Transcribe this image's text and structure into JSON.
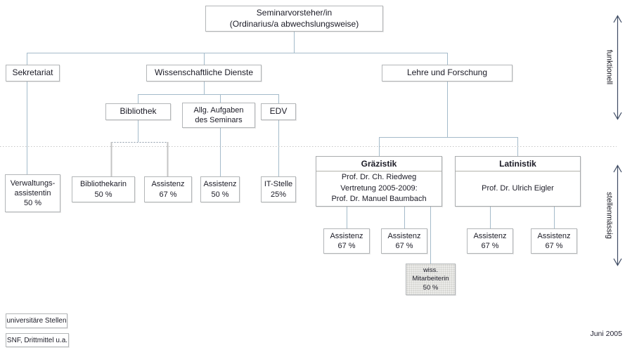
{
  "title": "Organigramm Seminar",
  "colors": {
    "connector": "#a4bbca",
    "connector_dotted": "#8e9aa8",
    "bracket_gray": "#c4c4c4",
    "separator_dotted": "#c6c6c6",
    "box_border": "#b3b6b8",
    "arrow": "#3e4b63",
    "gray_fill": "#ebebe9",
    "text": "#1b1b26"
  },
  "nodes": {
    "head": "Seminarvorsteher/in\n(Ordinarius/a abwechslungsweise)",
    "sekretariat": "Sekretariat",
    "wiss_dienste": "Wissenschaftliche Dienste",
    "lehre_forschung": "Lehre und Forschung",
    "bibliothek": "Bibliothek",
    "allg_aufgaben": "Allg. Aufgaben\ndes Seminars",
    "edv": "EDV",
    "verwaltungsassistentin": "Verwaltungs-\nassistentin\n50 %",
    "bibliothekarin": "Bibliothekarin\n50 %",
    "assistenz_bibliothek": "Assistenz\n67 %",
    "assistenz_seminar": "Assistenz\n50 %",
    "it_stelle": "IT-Stelle\n25%",
    "graezistik": {
      "title": "Gräzistik",
      "body": "Prof. Dr. Ch. Riedweg\nVertretung 2005-2009:\nProf. Dr. Manuel Baumbach"
    },
    "latinistik": {
      "title": "Latinistik",
      "body": "Prof. Dr. Ulrich Eigler"
    },
    "assistenz_graezistik_1": "Assistenz\n67 %",
    "assistenz_graezistik_2": "Assistenz\n67 %",
    "assistenz_latinistik_1": "Assistenz\n67 %",
    "assistenz_latinistik_2": "Assistenz\n67 %",
    "wiss_mitarbeiterin": "wiss.\nMitarbeiterin\n50 %"
  },
  "axis_labels": {
    "functional": "funktionell",
    "positional": "stellenmässig"
  },
  "legend": {
    "university_positions": "universitäre Stellen",
    "third_party_positions": "SNF, Drittmittel u.a."
  },
  "date": "Juni 2005"
}
